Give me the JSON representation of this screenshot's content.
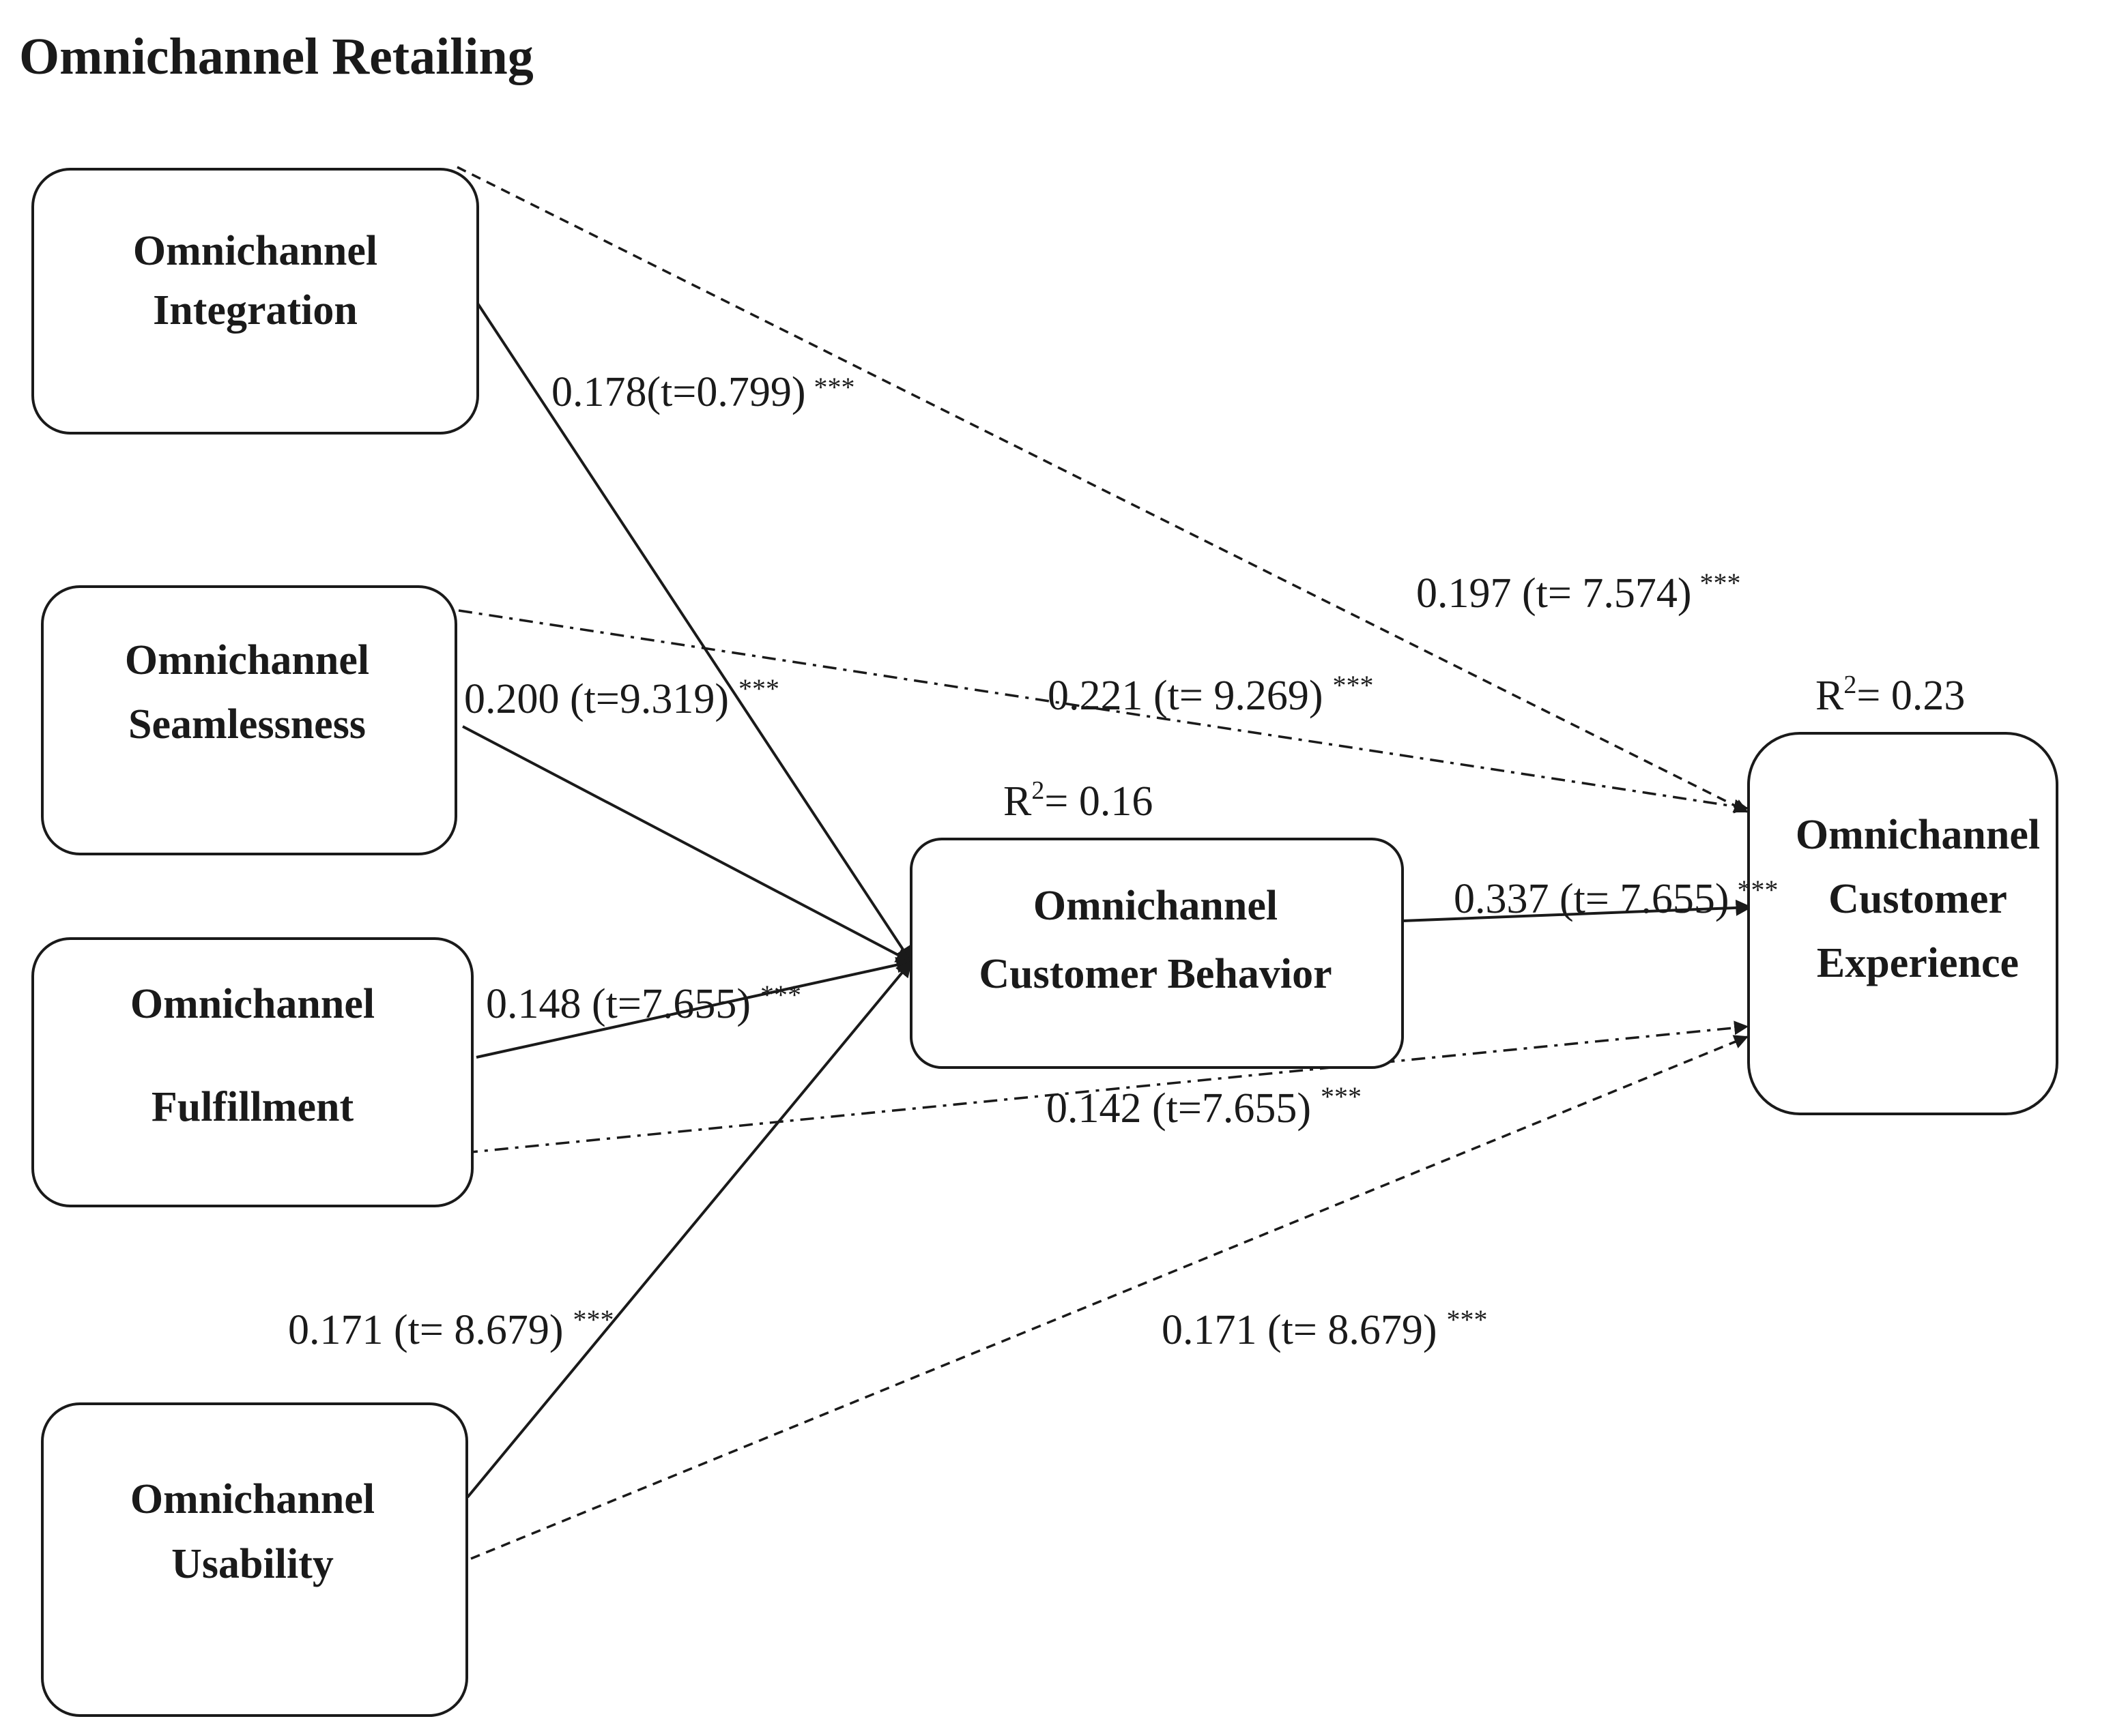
{
  "title": "Omnichannel Retailing",
  "nodes": {
    "integration": [
      "Omnichannel",
      "Integration"
    ],
    "seamlessness": [
      "Omnichannel",
      "Seamlessness"
    ],
    "fulfillment": [
      "Omnichannel",
      "Fulfillment"
    ],
    "usability": [
      "Omnichannel",
      "Usability"
    ],
    "behavior": [
      "Omnichannel",
      "Customer Behavior"
    ],
    "experience": [
      "Omnichannel",
      "Customer",
      "Experience"
    ]
  },
  "r_squared": {
    "behavior": {
      "symbol": "R",
      "superscript": "2",
      "value": "= 0.16"
    },
    "experience": {
      "symbol": "R",
      "superscript": "2",
      "value": "= 0.23"
    }
  },
  "paths": {
    "integration_to_behavior": {
      "coef": "0.178(t=0.799)",
      "sig": "***"
    },
    "integration_to_experience": {
      "coef": "0.197 (t= 7.574)",
      "sig": "***"
    },
    "seamlessness_to_behavior": {
      "coef": "0.200 (t=9.319)",
      "sig": "***"
    },
    "seamlessness_to_experience": {
      "coef": "0.221 (t= 9.269)",
      "sig": "***"
    },
    "fulfillment_to_behavior": {
      "coef": "0.148 (t=7.655)",
      "sig": "***"
    },
    "fulfillment_to_experience": {
      "coef": "0.142 (t=7.655)",
      "sig": "***"
    },
    "usability_to_behavior": {
      "coef": "0.171 (t= 8.679)",
      "sig": "***"
    },
    "usability_to_experience": {
      "coef": "0.171 (t= 8.679)",
      "sig": "***"
    },
    "behavior_to_experience": {
      "coef": "0.337 (t= 7.655)",
      "sig": "***"
    }
  },
  "line_styles": {
    "to_behavior": "solid",
    "integration_to_experience": "dashed",
    "seamlessness_to_experience": "dash-dot",
    "fulfillment_to_experience": "dash-dot",
    "usability_to_experience": "dashed",
    "behavior_to_experience": "solid"
  }
}
